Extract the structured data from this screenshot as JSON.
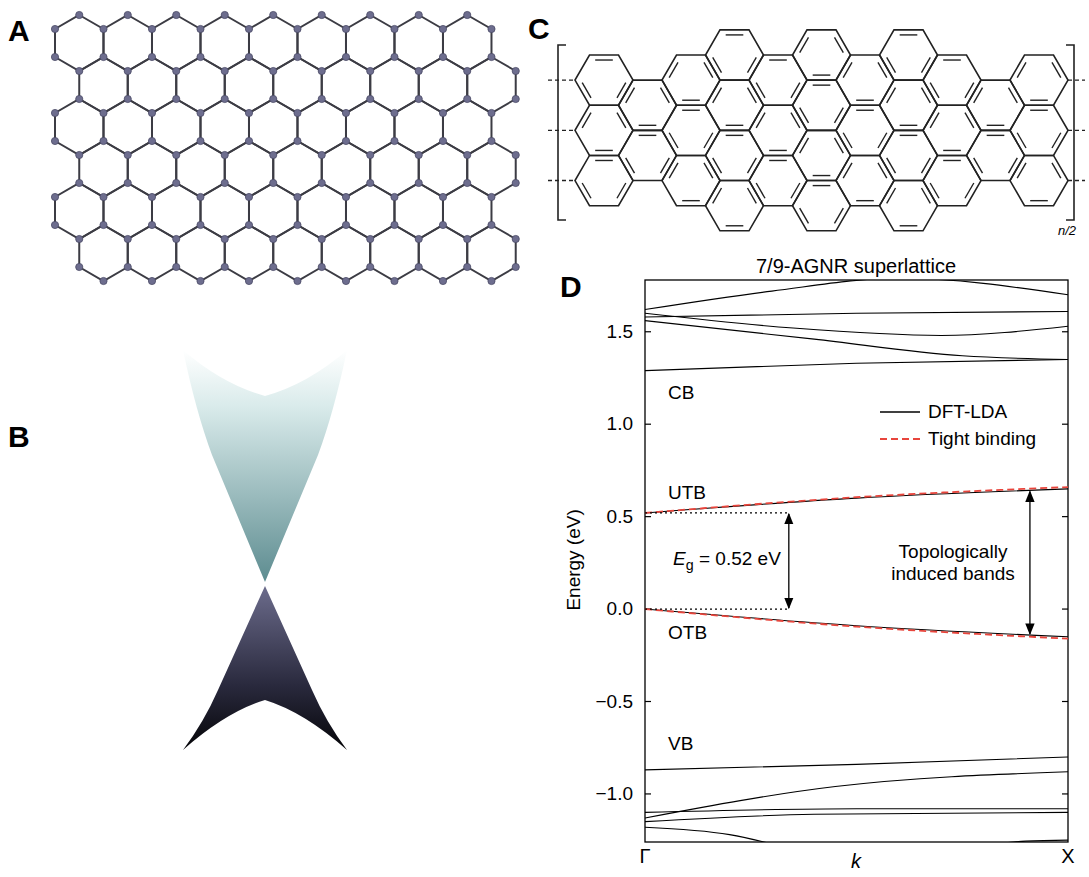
{
  "diagram": {
    "labels": [
      "A",
      "B",
      "C",
      "n/2",
      "D",
      "7/9-AGNR superlattice",
      "1.5",
      "1.0",
      "0.5",
      "0.0",
      "−0.5",
      "−1.0",
      "Energy (eV)",
      "CB",
      "UTB",
      "OTB",
      "VB",
      "Eg = 0.52 eV",
      "Topologically induced bands",
      "Γ",
      "X",
      "k"
    ],
    "legend": [
      {
        "text": "DFT-LDA"
      },
      {
        "text": "Tight binding"
      }
    ]
  }
}
